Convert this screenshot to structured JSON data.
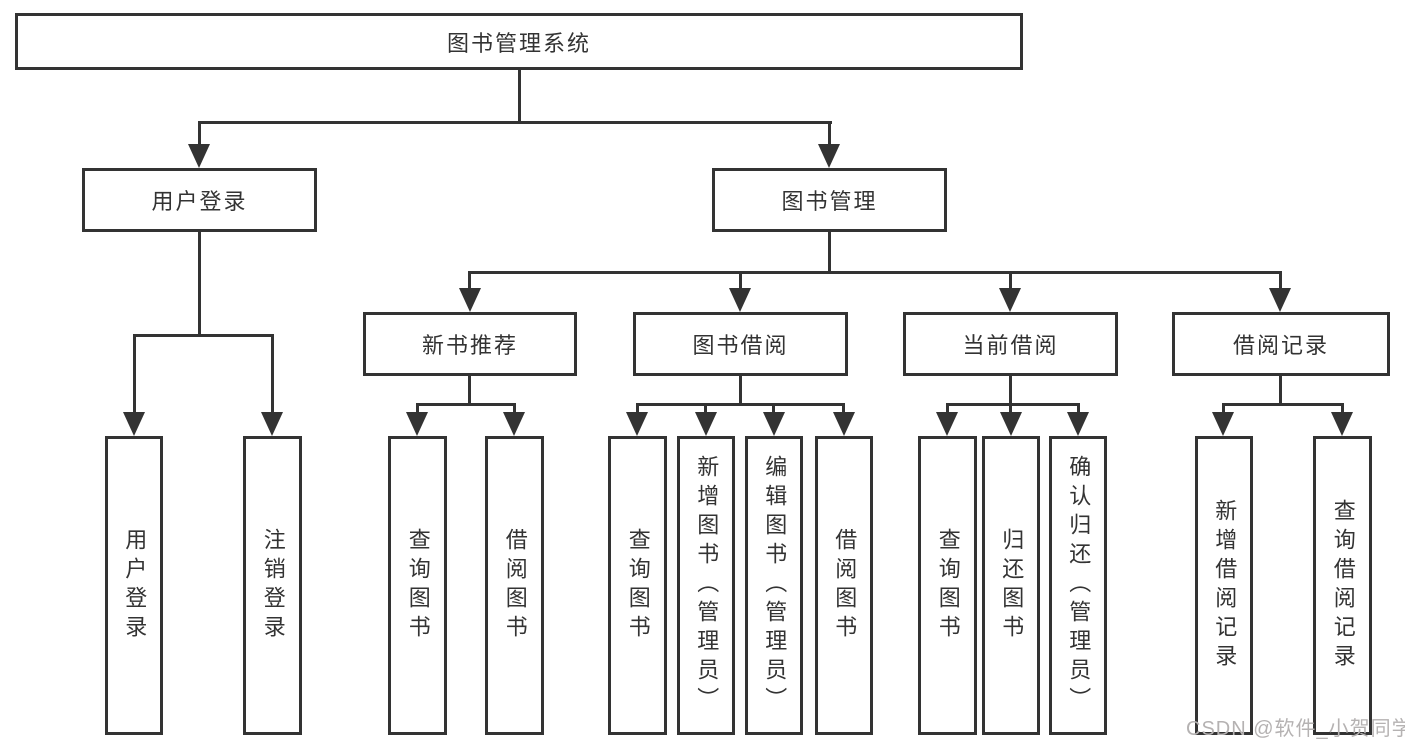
{
  "diagram_title": "图书管理系统",
  "colors": {
    "line": "#333333",
    "text": "#333333",
    "box_fill": "#ffffff",
    "watermark": "#b5b2b2",
    "background": "#ffffff"
  },
  "labels": {
    "root": "图书管理系统",
    "user_login": "用户登录",
    "book_mgmt": "图书管理",
    "new_book_rec": "新书推荐",
    "book_borrow": "图书借阅",
    "current_borrow": "当前借阅",
    "borrow_records": "借阅记录",
    "ul_login": "用户登录",
    "ul_logout": "注销登录",
    "nb_query": "查询图书",
    "nb_borrow": "借阅图书",
    "bb_query": "查询图书",
    "bb_add": "新增图书（管理员）",
    "bb_edit": "编辑图书（管理员）",
    "bb_borrow": "借阅图书",
    "cb_query": "查询图书",
    "cb_return": "归还图书",
    "cb_confirm": "确认归还（管理员）",
    "br_add": "新增借阅记录",
    "br_query": "查询借阅记录"
  },
  "hierarchy_note": "root > [user_login > (ul_login, ul_logout)], [book_mgmt > (new_book_rec > nb_query, nb_borrow), (book_borrow > bb_query, bb_add, bb_edit, bb_borrow), (current_borrow > cb_query, cb_return, cb_confirm), (borrow_records > br_add, br_query)]",
  "watermark": "CSDN @软件_小贺同学"
}
